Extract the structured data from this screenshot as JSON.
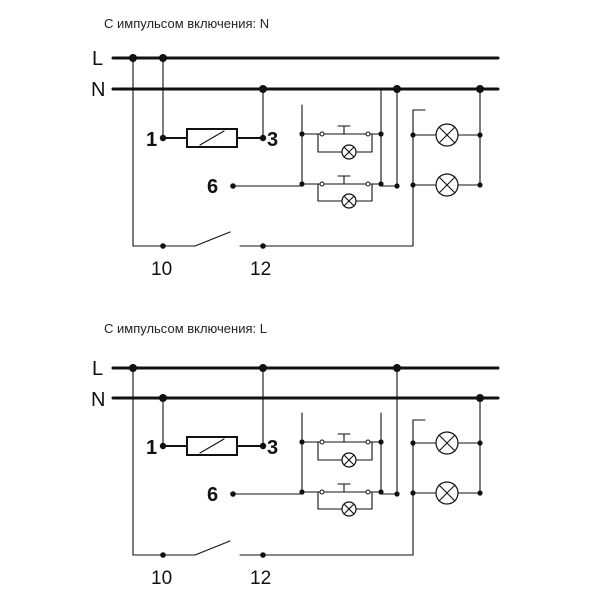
{
  "diagrams": [
    {
      "title": "С импульсом включения: N",
      "bus_top": "L",
      "bus_bottom": "N",
      "terminals": {
        "t1": "1",
        "t3": "3",
        "t6": "6",
        "t10": "10",
        "t12": "12"
      }
    },
    {
      "title": "С импульсом включения: L",
      "bus_top": "L",
      "bus_bottom": "N",
      "terminals": {
        "t1": "1",
        "t3": "3",
        "t6": "6",
        "t10": "10",
        "t12": "12"
      }
    }
  ],
  "colors": {
    "ink": "#111111",
    "background": "#ffffff"
  }
}
